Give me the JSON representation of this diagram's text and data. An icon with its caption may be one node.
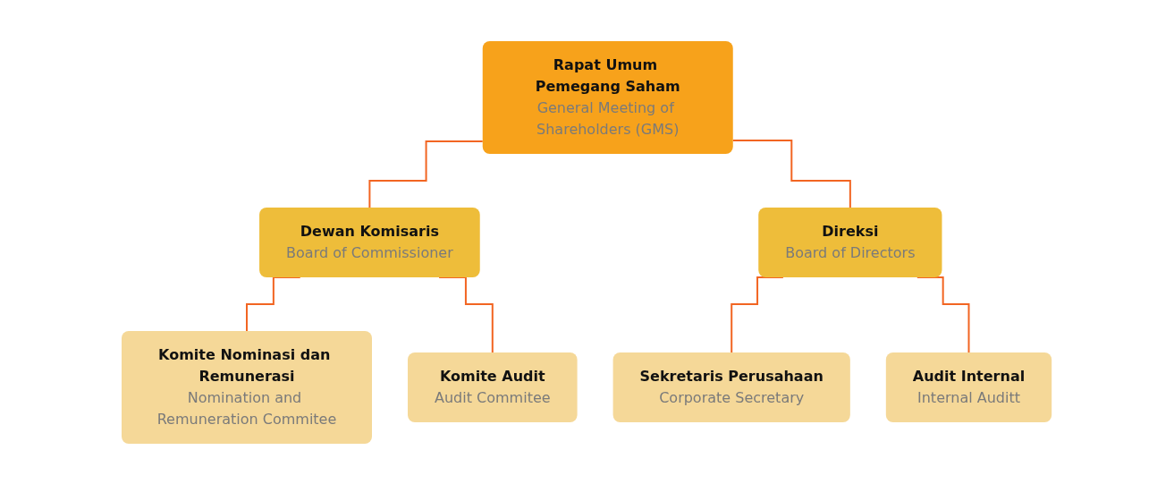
{
  "diagram": {
    "nodes": [
      {
        "text": [
          "Rapat Umum Pemegang Saham",
          "General Meeting of Shareholders (GMS)"
        ]
      },
      {
        "text": [
          "Dewan Komisaris",
          "Board of Commissioner"
        ]
      },
      {
        "text": [
          "Direksi",
          "Board of Directors"
        ]
      },
      {
        "text": [
          "Komite Nominasi dan Remunerasi",
          "Nomination and Remuneration Commitee"
        ]
      },
      {
        "text": [
          "Komite Audit",
          "Audit Commitee"
        ]
      },
      {
        "text": [
          "Sekretaris Perusahaan",
          "Corporate Secretary"
        ]
      },
      {
        "text": [
          "Audit Internal",
          "Internal Auditt"
        ]
      }
    ],
    "edges": [
      {
        "from": 0,
        "to": 1,
        "arrow": "none"
      },
      {
        "from": 0,
        "to": 2,
        "arrow": "none"
      },
      {
        "from": 1,
        "to": 3,
        "arrow": "none"
      },
      {
        "from": 1,
        "to": 4,
        "arrow": "none"
      },
      {
        "from": 2,
        "to": 5,
        "arrow": "none"
      },
      {
        "from": 2,
        "to": 6,
        "arrow": "none"
      }
    ]
  }
}
